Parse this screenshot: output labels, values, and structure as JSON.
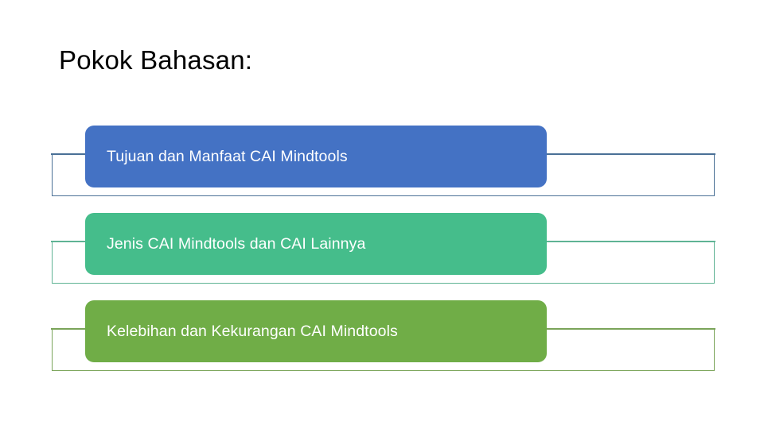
{
  "slide": {
    "title": "Pokok Bahasan:",
    "background_color": "#ffffff",
    "items": [
      {
        "label": "Tujuan dan Manfaat CAI Mindtools",
        "fill_color": "#4472c4",
        "outline_color": "#4a7096",
        "text_color": "#ffffff"
      },
      {
        "label": "Jenis CAI Mindtools dan CAI Lainnya",
        "fill_color": "#45bd8b",
        "outline_color": "#5fb394",
        "text_color": "#ffffff"
      },
      {
        "label": "Kelebihan dan Kekurangan CAI Mindtools",
        "fill_color": "#70ad47",
        "outline_color": "#7aa459",
        "text_color": "#ffffff"
      }
    ]
  }
}
